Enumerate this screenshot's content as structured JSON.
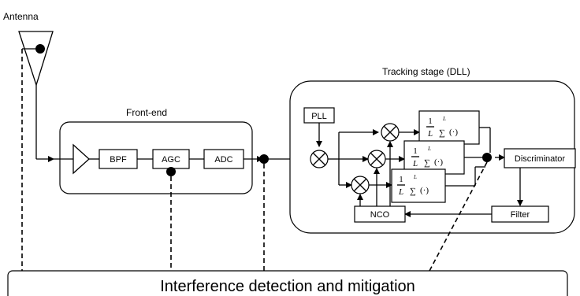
{
  "labels": {
    "antenna": "Antenna",
    "front_end": "Front-end",
    "tracking": "Tracking stage (DLL)",
    "interference": "Interference detection and mitigation"
  },
  "blocks": {
    "bpf": "BPF",
    "agc": "AGC",
    "adc": "ADC",
    "pll": "PLL",
    "nco": "NCO",
    "discriminator": "Discriminator",
    "filter": "Filter"
  },
  "integrator": {
    "numerator": "1",
    "denominator": "L",
    "superscript": "L",
    "tail": "(·)"
  }
}
